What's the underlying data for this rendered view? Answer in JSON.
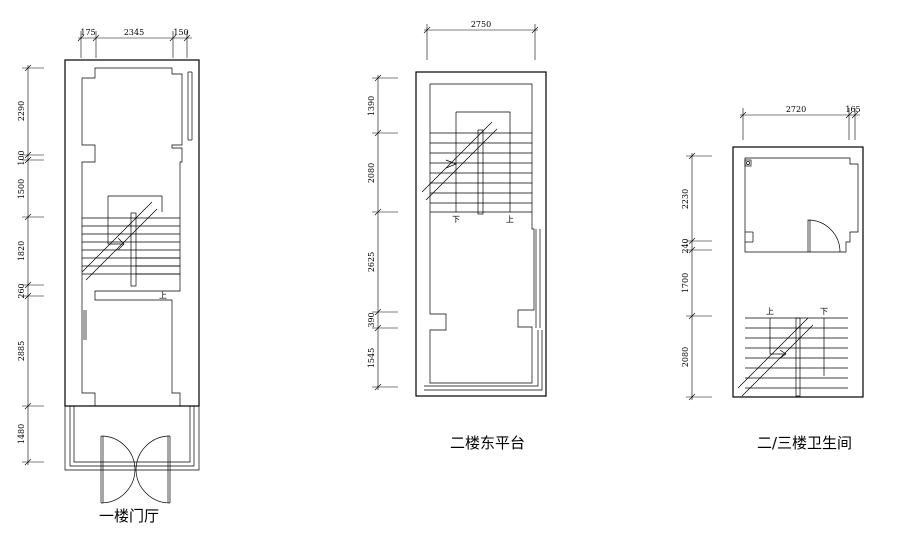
{
  "plans": [
    {
      "title": "一楼门厅",
      "width_dims": [
        "175",
        "2345",
        "150"
      ],
      "height_dims": [
        "2290",
        "100",
        "1500",
        "1820",
        "260",
        "2885",
        "1480"
      ]
    },
    {
      "title": "二楼东平台",
      "width_dims": [
        "2750"
      ],
      "height_dims": [
        "1390",
        "2080",
        "2625",
        "390",
        "1545"
      ]
    },
    {
      "title": "二/三楼卫生间",
      "width_dims": [
        "2720",
        "165"
      ],
      "height_dims": [
        "2230",
        "240",
        "1700",
        "2080"
      ]
    }
  ],
  "stair_marks": [
    "上",
    "下"
  ]
}
